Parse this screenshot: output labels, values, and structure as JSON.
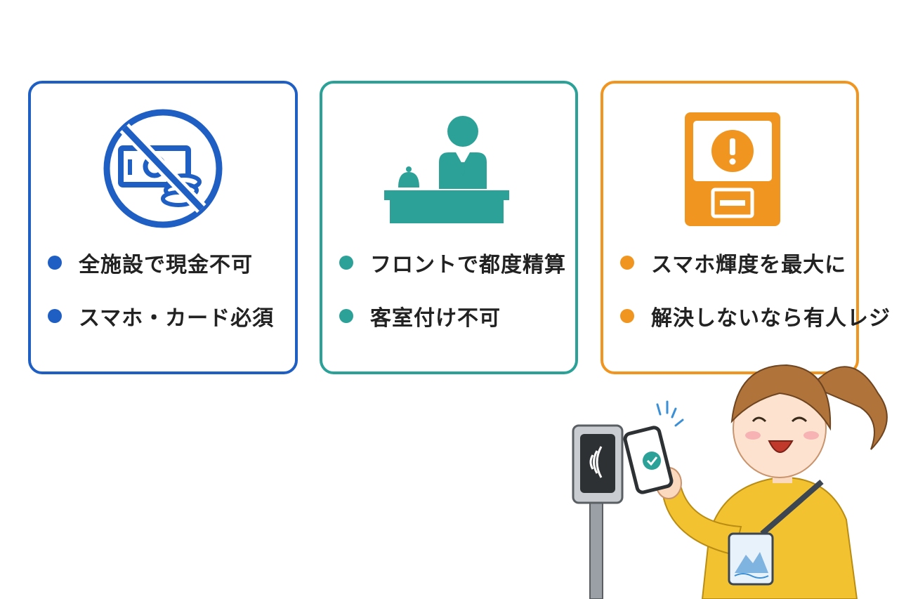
{
  "colors": {
    "card_1_accent": "#1f5fc4",
    "card_2_accent": "#2ba197",
    "card_3_accent": "#f0951f"
  },
  "cards": [
    {
      "icon": "no-cash-icon",
      "bullets": [
        "全施設で現金不可",
        "スマホ・カード必須"
      ]
    },
    {
      "icon": "front-desk-icon",
      "bullets": [
        "フロントで都度精算",
        "客室付け不可"
      ]
    },
    {
      "icon": "payment-terminal-alert-icon",
      "bullets": [
        "スマホ輝度を最大に",
        "解決しないなら有人レジ"
      ]
    }
  ],
  "illustration": {
    "icons": [
      "contactless-reader-icon",
      "smartphone-check-icon",
      "woman-character",
      "lanyard-pass-icon"
    ]
  }
}
